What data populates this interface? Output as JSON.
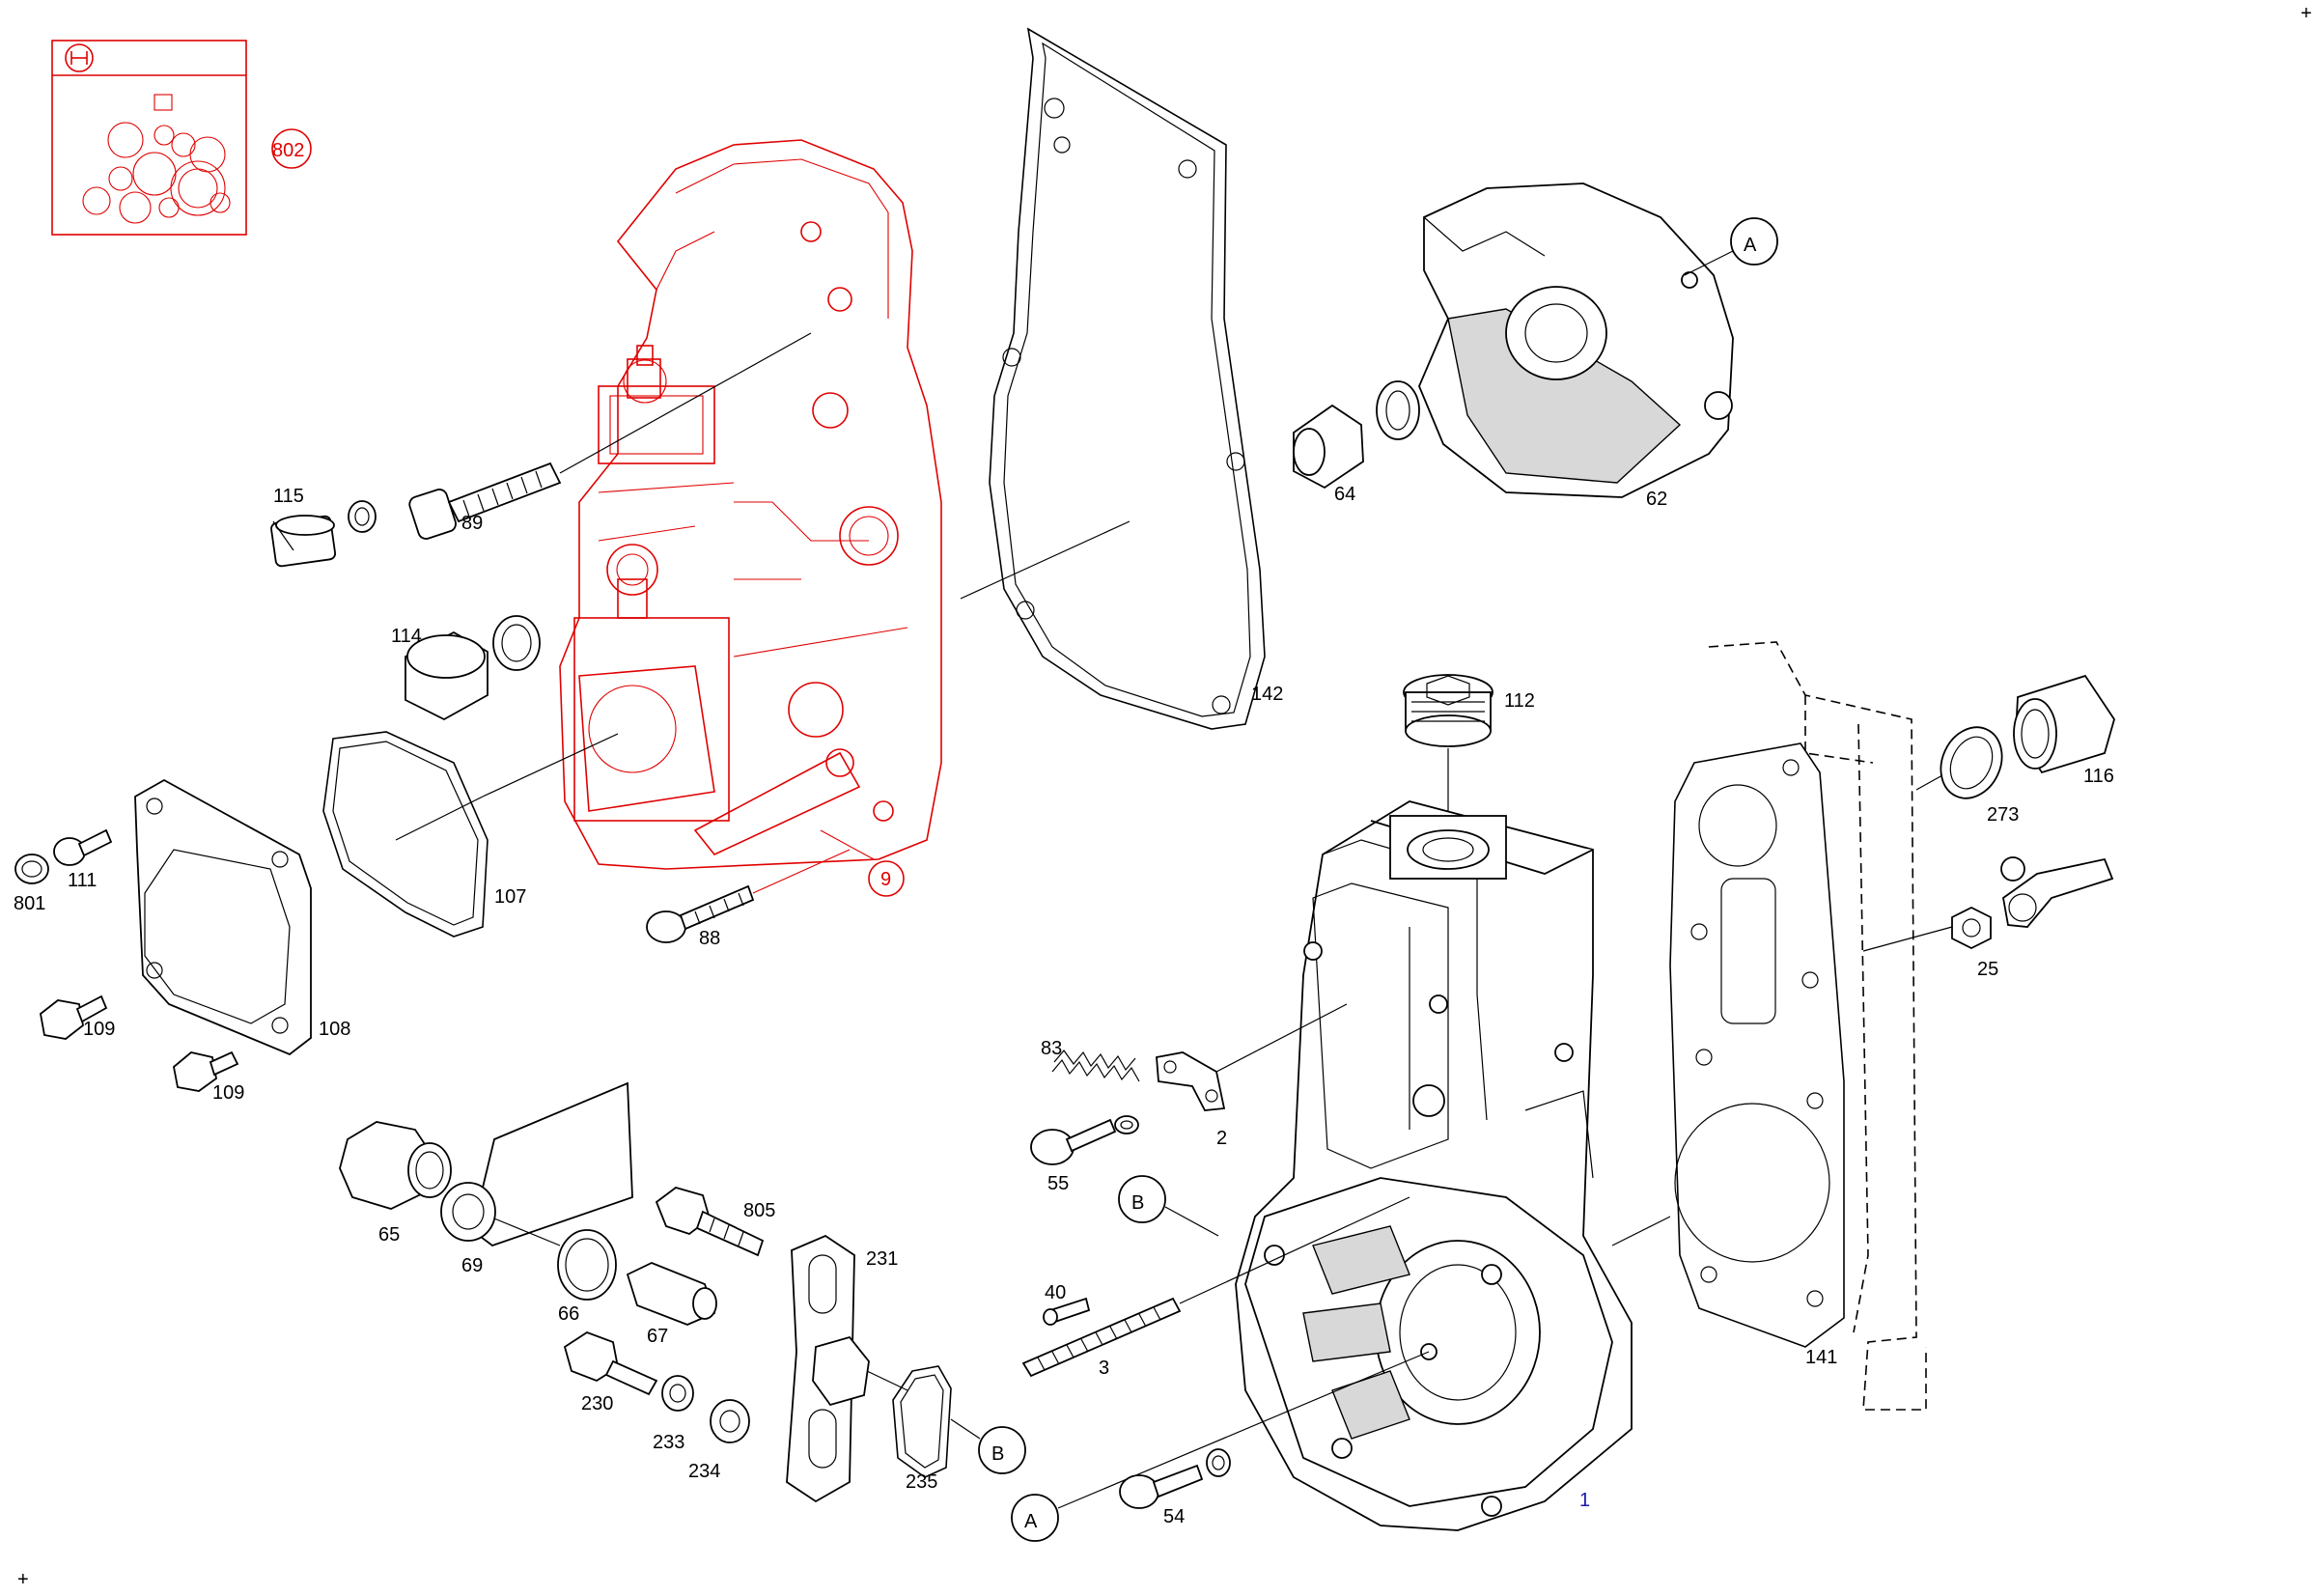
{
  "diagram": {
    "brand_mark": "H",
    "kit_label": "802",
    "highlight_color": "#e00000",
    "line_color": "#000000",
    "main_label_color": "#1a1aa8",
    "part_labels": {
      "p115": "115",
      "p89": "89",
      "p114": "114",
      "p142": "142",
      "p64": "64",
      "p62": "62",
      "pA1": "A",
      "p112": "112",
      "p116": "116",
      "p273": "273",
      "p25": "25",
      "p801": "801",
      "p111": "111",
      "p107": "107",
      "p88": "88",
      "p9": "9",
      "p109a": "109",
      "p109b": "109",
      "p108": "108",
      "p83": "83",
      "p2": "2",
      "p55": "55",
      "pB1": "B",
      "p65": "65",
      "p69": "69",
      "p805": "805",
      "p231": "231",
      "p66": "66",
      "p67": "67",
      "p40": "40",
      "p3": "3",
      "p141": "141",
      "p230": "230",
      "p233": "233",
      "p234": "234",
      "pB2": "B",
      "p235": "235",
      "pA2": "A",
      "p54": "54",
      "p1": "1"
    },
    "corner_marks": {
      "top_right": "+",
      "bottom_left": "+"
    }
  }
}
